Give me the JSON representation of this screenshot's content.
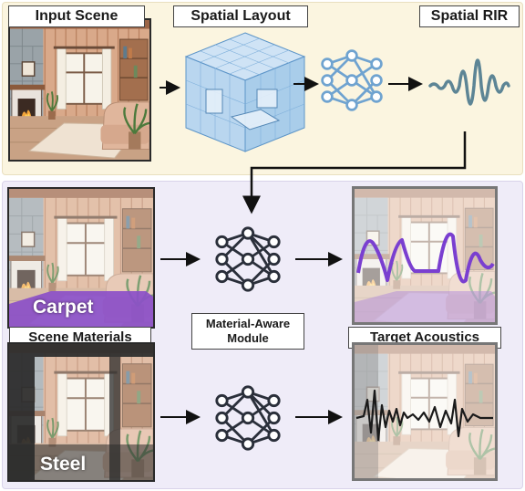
{
  "labels": {
    "input_scene": "Input Scene",
    "spatial_layout": "Spatial Layout",
    "spatial_rir": "Spatial RIR",
    "scene_materials": "Scene Materials",
    "target_acoustics": "Target Acoustics",
    "module_line1": "Material-Aware",
    "module_line2": "Module"
  },
  "materials": {
    "carpet": "Carpet",
    "steel": "Steel"
  },
  "colors": {
    "top_panel_bg": "#fbf5e0",
    "bottom_panel_bg": "#efecf8",
    "wave_blue": "#5d8595",
    "network_blue": "#6fa3d0",
    "network_dark": "#2a2f3a",
    "carpet_purple": "#8b4fc8",
    "steel_dark": "#2b2b2b"
  },
  "icons": {
    "neural_network": "neural-network-icon",
    "waveform": "waveform-icon",
    "room_3d": "room-layout-3d-icon"
  }
}
